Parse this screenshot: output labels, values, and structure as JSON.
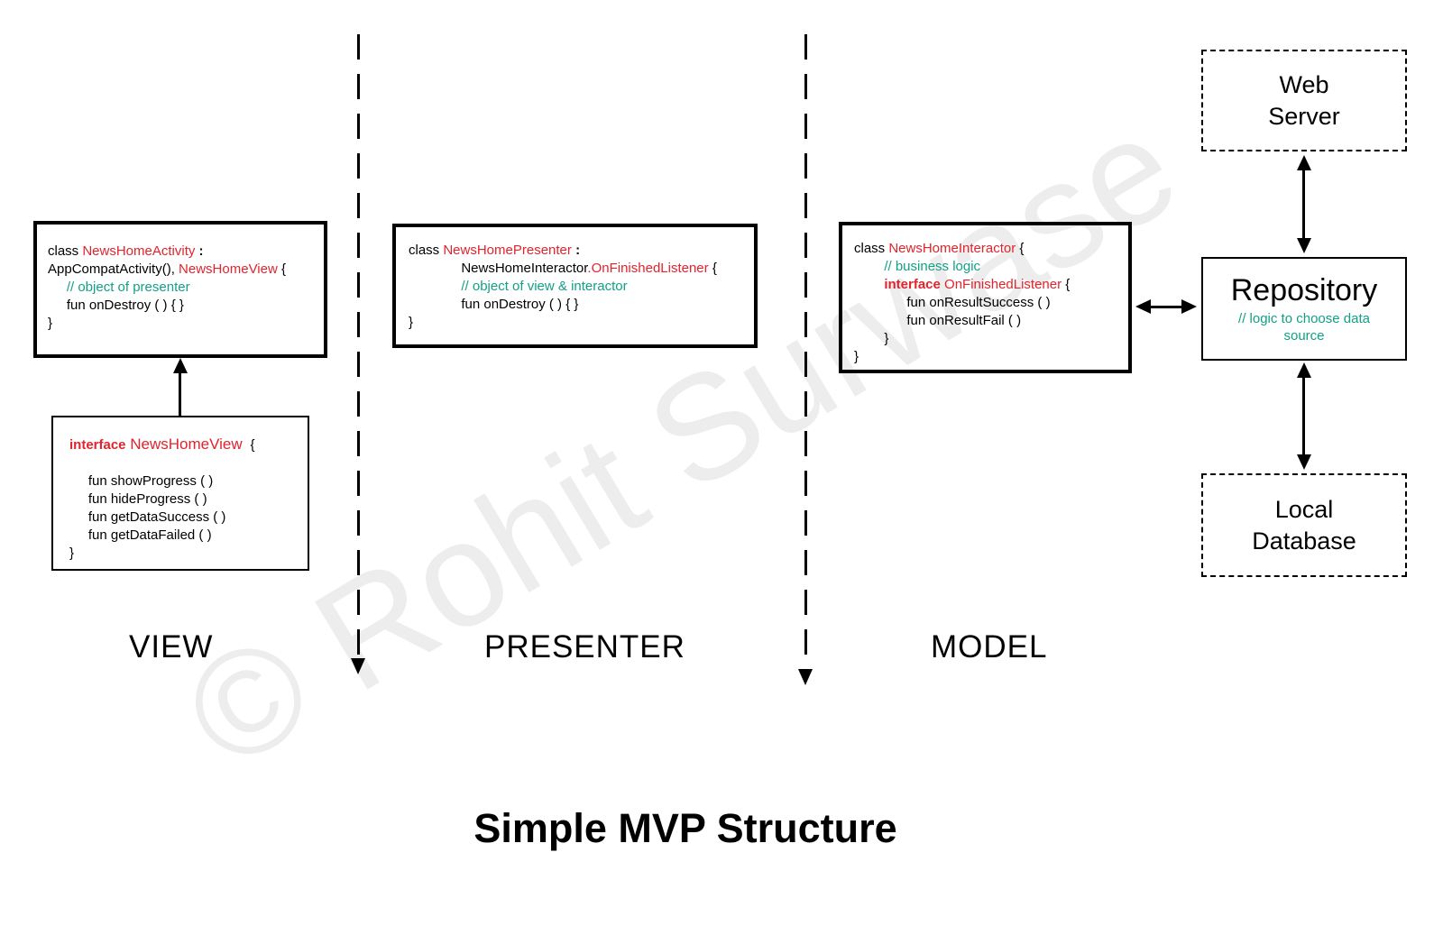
{
  "title": "Simple MVP Structure",
  "watermark": "© Rohit Surwase",
  "colors": {
    "keyword_red": "#e0242e",
    "comment_teal": "#12a086",
    "text_black": "#000000",
    "watermark_gray": "rgba(0,0,0,0.07)"
  },
  "section_labels": {
    "view": "VIEW",
    "presenter": "PRESENTER",
    "model": "MODEL"
  },
  "boxes": {
    "activity": {
      "lines": [
        [
          [
            "class ",
            "k"
          ],
          [
            "NewsHomeActivity",
            "r"
          ],
          [
            " :",
            "kb"
          ]
        ],
        [
          [
            "AppCompatActivity(), ",
            "k"
          ],
          [
            "NewsHomeView",
            "r"
          ],
          [
            " {",
            "k"
          ]
        ],
        [
          [
            "     // object of presenter",
            "g"
          ]
        ],
        [
          [
            "     fun onDestroy ( ) { }",
            "k"
          ]
        ],
        [
          [
            "}",
            "k"
          ]
        ]
      ]
    },
    "view_interface": {
      "lines": [
        [
          [
            "interface",
            "rb"
          ],
          [
            " NewsHomeView ",
            "rl"
          ],
          [
            " {",
            "k"
          ]
        ],
        [
          [
            "",
            "k"
          ]
        ],
        [
          [
            "     fun showProgress ( )",
            "k"
          ]
        ],
        [
          [
            "     fun hideProgress ( )",
            "k"
          ]
        ],
        [
          [
            "     fun getDataSuccess ( )",
            "k"
          ]
        ],
        [
          [
            "     fun getDataFailed ( )",
            "k"
          ]
        ],
        [
          [
            "}",
            "k"
          ]
        ]
      ]
    },
    "presenter": {
      "lines": [
        [
          [
            "class ",
            "k"
          ],
          [
            "NewsHomePresenter",
            "r"
          ],
          [
            " :",
            "kb"
          ]
        ],
        [
          [
            "              NewsHomeInteractor",
            "k"
          ],
          [
            ".OnFinishedListener",
            "r"
          ],
          [
            " {",
            "k"
          ]
        ],
        [
          [
            "              // object of view & interactor",
            "g"
          ]
        ],
        [
          [
            "              fun onDestroy ( ) { }",
            "k"
          ]
        ],
        [
          [
            "}",
            "k"
          ]
        ]
      ]
    },
    "interactor": {
      "lines": [
        [
          [
            "class ",
            "k"
          ],
          [
            "NewsHomeInteractor ",
            "r"
          ],
          [
            "{",
            "k"
          ]
        ],
        [
          [
            "        // business logic",
            "g"
          ]
        ],
        [
          [
            "        ",
            "k"
          ],
          [
            "interface",
            "rb"
          ],
          [
            " OnFinishedListener ",
            "r"
          ],
          [
            "{",
            "k"
          ]
        ],
        [
          [
            "              fun onResultSuccess ( )",
            "k"
          ]
        ],
        [
          [
            "              fun onResultFail ( )",
            "k"
          ]
        ],
        [
          [
            "        }",
            "k"
          ]
        ],
        [
          [
            "}",
            "k"
          ]
        ]
      ]
    },
    "repository": {
      "name": "Repository",
      "comment_lines": [
        "// logic to choose data",
        "source"
      ]
    },
    "web_server": {
      "lines": [
        "Web",
        "Server"
      ]
    },
    "local_database": {
      "lines": [
        "Local",
        "Database"
      ]
    }
  }
}
